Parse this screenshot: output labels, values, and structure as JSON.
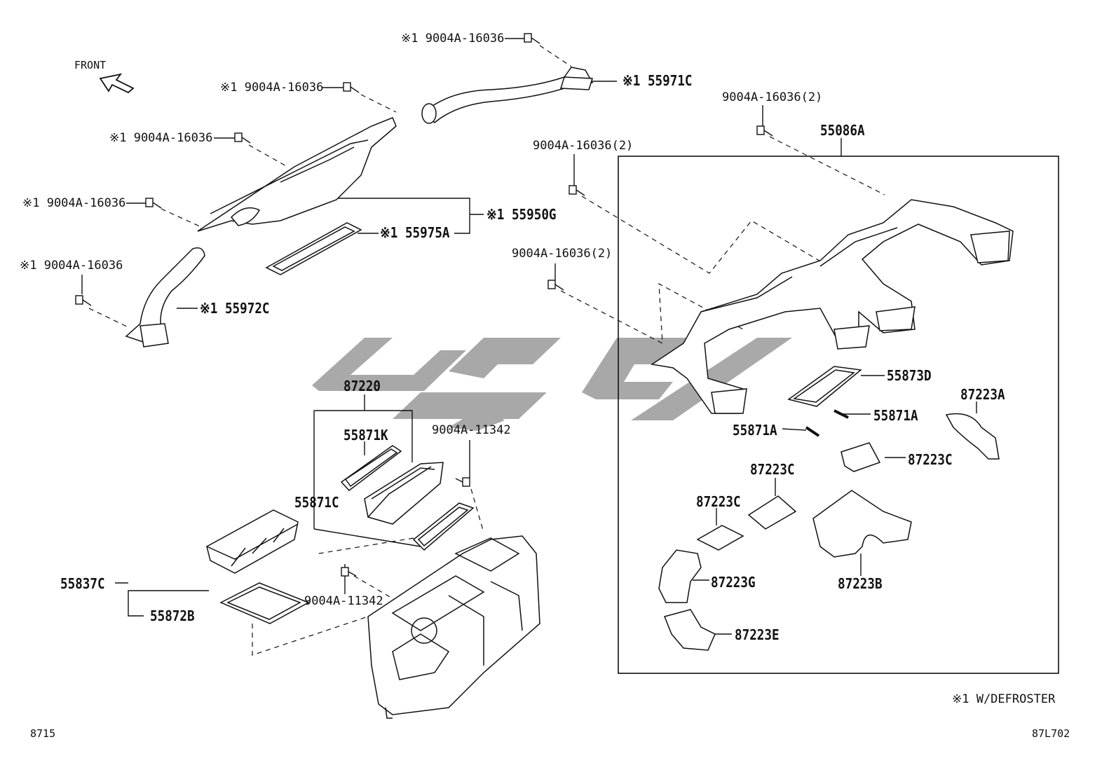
{
  "diagram": {
    "front_label": "FRONT",
    "page_code_left": "8715",
    "page_code_right": "87L702",
    "footnote": "※1 W/DEFROSTER",
    "labels": [
      {
        "id": "bolt-top",
        "text": "※1 9004A-16036"
      },
      {
        "id": "p55971c",
        "text": "※1 55971C"
      },
      {
        "id": "bolt-2",
        "text": "※1 9004A-16036"
      },
      {
        "id": "bolt-3",
        "text": "※1 9004A-16036"
      },
      {
        "id": "bolt-4",
        "text": "※1 9004A-16036"
      },
      {
        "id": "bolt-5",
        "text": "※1 9004A-16036"
      },
      {
        "id": "p55950g",
        "text": "※1 55950G"
      },
      {
        "id": "p55975a",
        "text": "※1 55975A"
      },
      {
        "id": "p55972c",
        "text": "※1 55972C"
      },
      {
        "id": "bolt-r1",
        "text": "9004A-16036(2)"
      },
      {
        "id": "p55086a",
        "text": "55086A"
      },
      {
        "id": "bolt-r2",
        "text": "9004A-16036(2)"
      },
      {
        "id": "bolt-r3",
        "text": "9004A-16036(2)"
      },
      {
        "id": "p87220",
        "text": "87220"
      },
      {
        "id": "p55871k",
        "text": "55871K"
      },
      {
        "id": "bolt-11342a",
        "text": "9004A-11342"
      },
      {
        "id": "p55871c",
        "text": "55871C"
      },
      {
        "id": "p55837c",
        "text": "55837C"
      },
      {
        "id": "p55872b",
        "text": "55872B"
      },
      {
        "id": "bolt-11342b",
        "text": "9004A-11342"
      },
      {
        "id": "p55873d",
        "text": "55873D"
      },
      {
        "id": "p87223a",
        "text": "87223A"
      },
      {
        "id": "p55871a-1",
        "text": "55871A"
      },
      {
        "id": "p55871a-2",
        "text": "55871A"
      },
      {
        "id": "p87223c-1",
        "text": "87223C"
      },
      {
        "id": "p87223c-2",
        "text": "87223C"
      },
      {
        "id": "p87223c-3",
        "text": "87223C"
      },
      {
        "id": "p87223g",
        "text": "87223G"
      },
      {
        "id": "p87223b",
        "text": "87223B"
      },
      {
        "id": "p87223e",
        "text": "87223E"
      }
    ]
  }
}
